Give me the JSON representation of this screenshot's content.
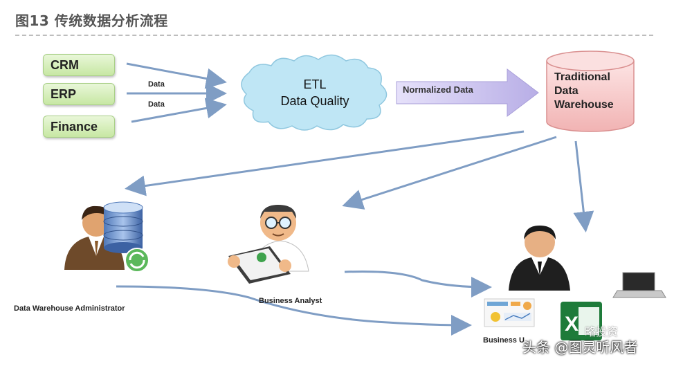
{
  "header": {
    "title": "图13 传统数据分析流程"
  },
  "sources": [
    {
      "label": "CRM"
    },
    {
      "label": "ERP"
    },
    {
      "label": "Finance"
    }
  ],
  "edges": {
    "data_label_1": "Data",
    "data_label_2": "Data",
    "normalized_label": "Normalized Data"
  },
  "etl": {
    "line1": "ETL",
    "line2": "Data Quality"
  },
  "warehouse": {
    "line1": "Traditional",
    "line2": "Data",
    "line3": "Warehouse"
  },
  "roles": {
    "admin": "Data Warehouse Administrator",
    "analyst": "Business Analyst",
    "user": "Business U"
  },
  "watermark": {
    "text": "头条 @图灵听风者",
    "text2": "略投资"
  },
  "colors": {
    "arrow": "#7f9dc4",
    "source_fill": "#d3edb8",
    "cloud_fill": "#bfe6f5",
    "normalized_arrow": "#c9c3ee",
    "warehouse_fill": "#f6c9c9"
  },
  "icons": [
    "admin-person-icon",
    "database-icon",
    "refresh-icon",
    "analyst-person-icon",
    "clipboard-icon",
    "business-user-icon",
    "laptop-icon",
    "report-charts-icon",
    "excel-icon"
  ]
}
